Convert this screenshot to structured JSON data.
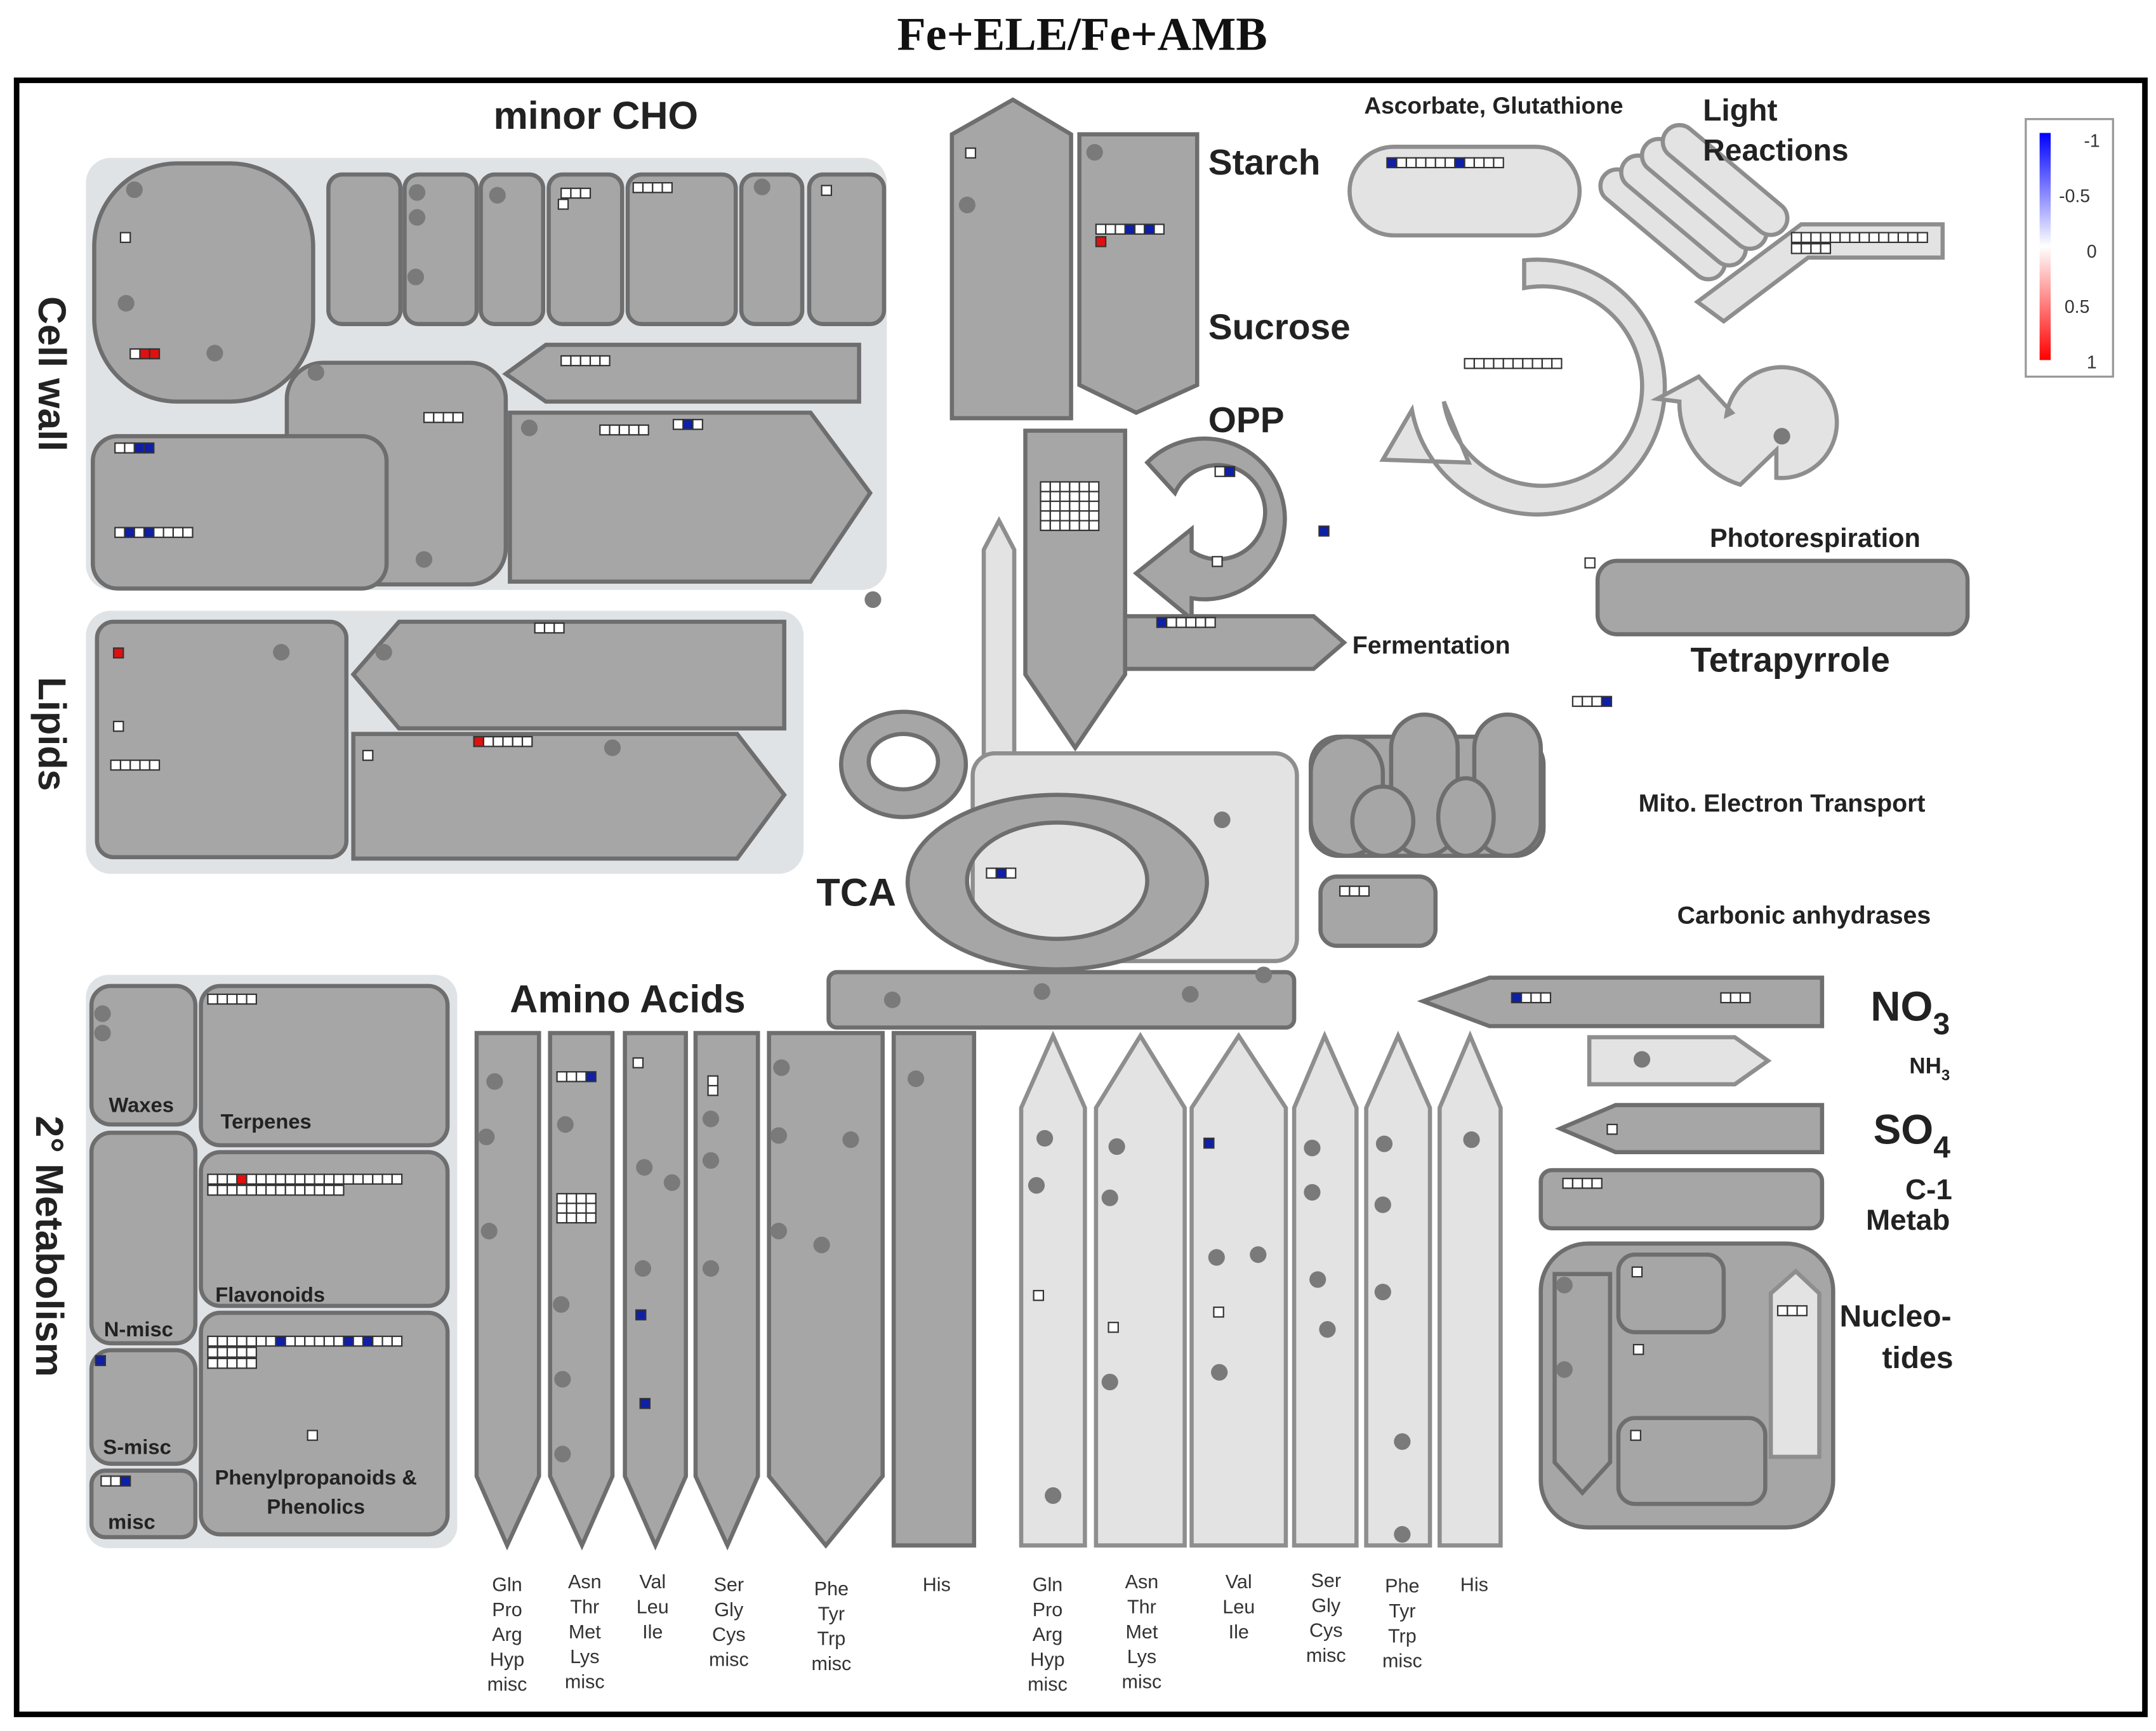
{
  "title": "Fe+ELE/Fe+AMB",
  "legend": {
    "ticks": [
      "-1",
      "-0.5",
      "0",
      "0.5",
      "1"
    ],
    "colors": {
      "low": "#0000ff",
      "mid": "#ffffff",
      "high": "#ff0000"
    }
  },
  "labels": {
    "minor_cho": "minor CHO",
    "cell_wall": "Cell wall",
    "lipids": "Lipids",
    "secondary_metabolism": "2° Metabolism",
    "starch": "Starch",
    "sucrose": "Sucrose",
    "opp": "OPP",
    "ascorbate": "Ascorbate, Glutathione",
    "light_reactions_1": "Light",
    "light_reactions_2": "Reactions",
    "photorespiration": "Photorespiration",
    "fermentation": "Fermentation",
    "tetrapyrrole": "Tetrapyrrole",
    "mito": "Mito. Electron Transport",
    "tca": "TCA",
    "carbonic": "Carbonic anhydrases",
    "amino_acids": "Amino Acids",
    "no3": "NO",
    "no3_sub": "3",
    "nh3": "NH",
    "nh3_sub": "3",
    "so4": "SO",
    "so4_sub": "4",
    "c1_1": "C-1",
    "c1_2": "Metab",
    "nucleo_1": "Nucleo-",
    "nucleo_2": "tides",
    "waxes": "Waxes",
    "terpenes": "Terpenes",
    "flavonoids": "Flavonoids",
    "n_misc": "N-misc",
    "s_misc": "S-misc",
    "misc": "misc",
    "phenyl_1": "Phenylpropanoids &",
    "phenyl_2": "Phenolics"
  },
  "aa_groups": [
    [
      "Gln",
      "Pro",
      "Arg",
      "Hyp",
      "misc"
    ],
    [
      "Asn",
      "Thr",
      "Met",
      "Lys",
      "misc"
    ],
    [
      "Val",
      "Leu",
      "Ile"
    ],
    [
      "Ser",
      "Gly",
      "Cys",
      "misc"
    ],
    [
      "Phe",
      "Tyr",
      "Trp",
      "misc"
    ],
    [
      "His"
    ]
  ]
}
